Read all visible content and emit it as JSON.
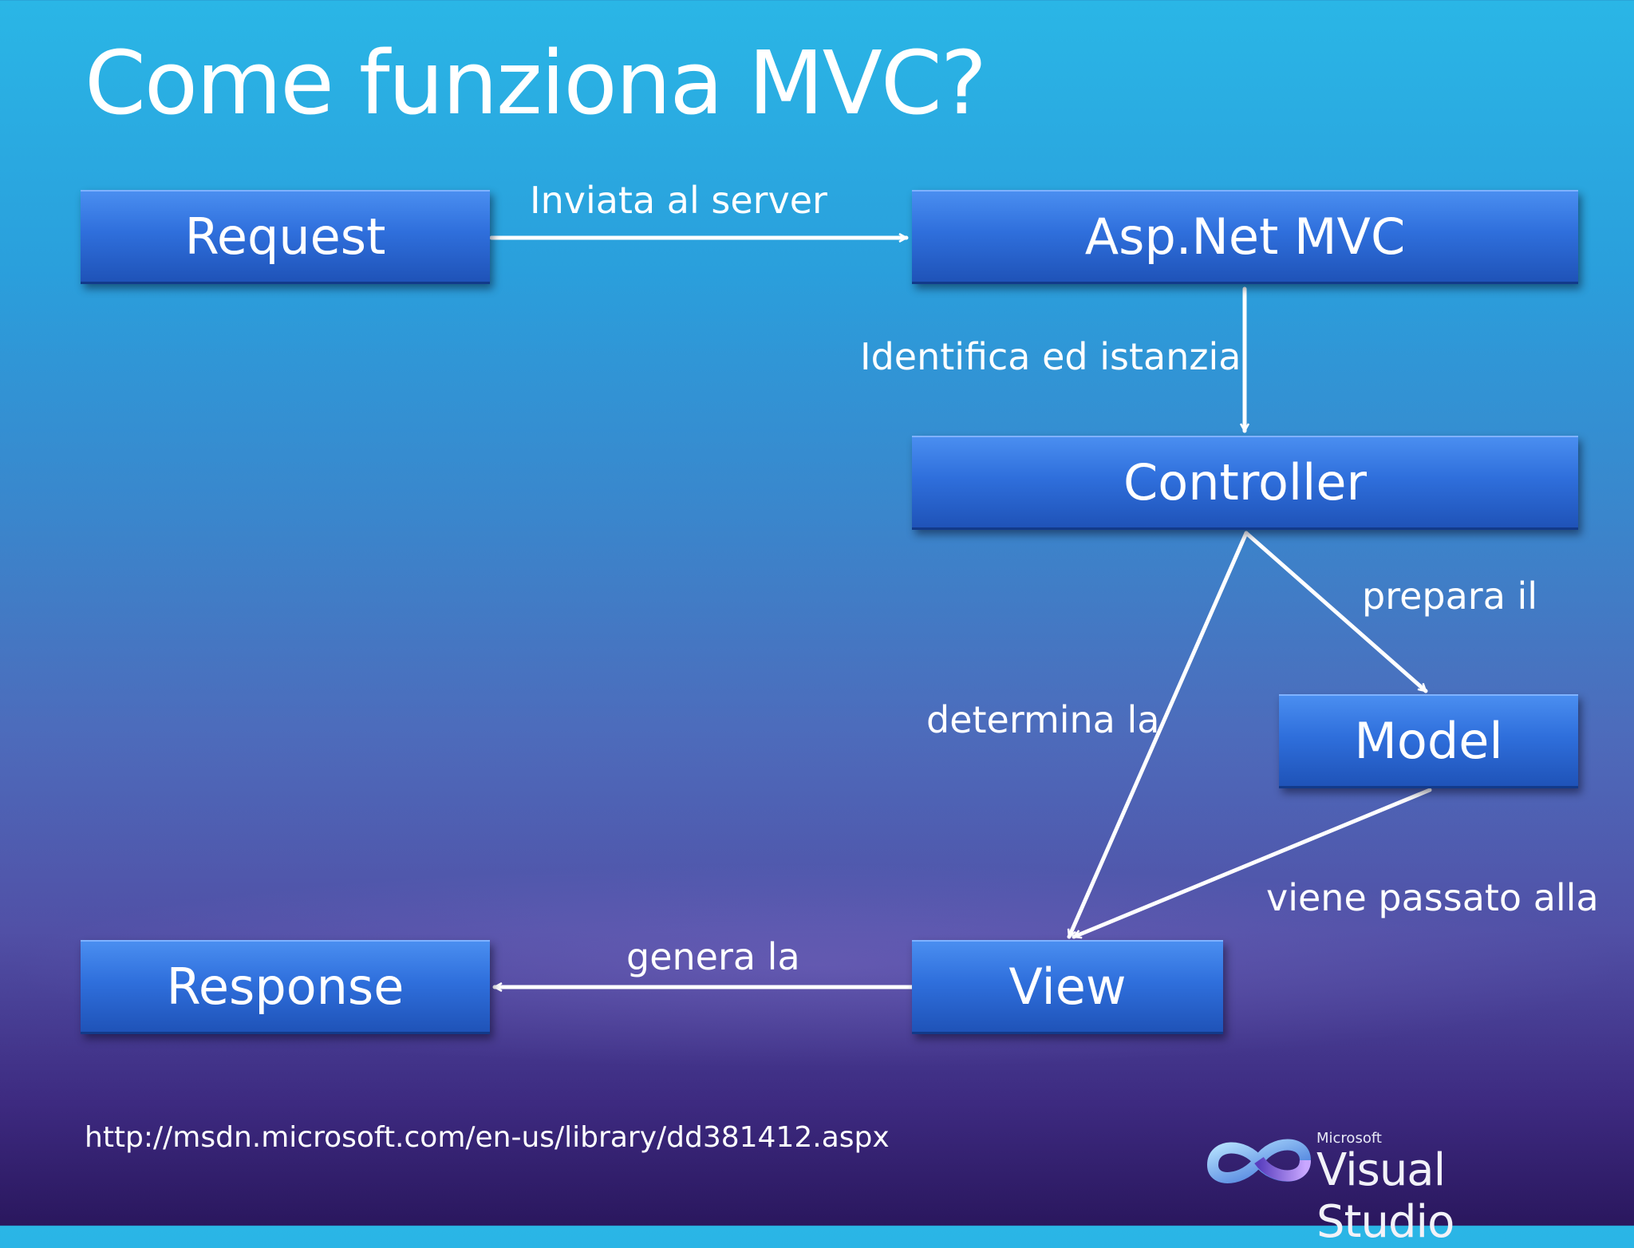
{
  "slide": {
    "title": "Come funziona MVC?",
    "source_url": "http://msdn.microsoft.com/en-us/library/dd381412.aspx"
  },
  "diagram": {
    "nodes": {
      "request": "Request",
      "aspnet_mvc": "Asp.Net MVC",
      "controller": "Controller",
      "model": "Model",
      "view": "View",
      "response": "Response"
    },
    "edges": {
      "request_to_mvc": "Inviata al server",
      "mvc_to_controller": "Identifica ed istanzia",
      "controller_to_model": "prepara il",
      "controller_to_view": "determina la",
      "model_to_view": "viene passato alla",
      "view_to_response": "genera la"
    }
  },
  "branding": {
    "company": "Microsoft",
    "product": "Visual Studio"
  }
}
